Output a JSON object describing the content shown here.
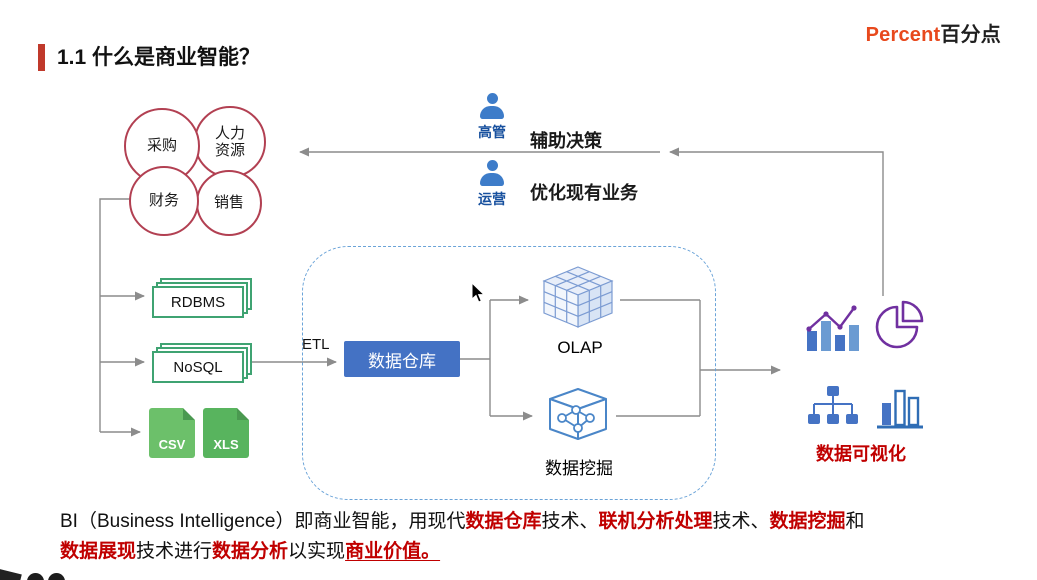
{
  "logo": {
    "brand_en": "Percent",
    "brand_zh": "百分点"
  },
  "header": {
    "title": "1.1 什么是商业智能？"
  },
  "diagram": {
    "business_units": [
      {
        "label": "采购"
      },
      {
        "label": "人力资源"
      },
      {
        "label": "财务"
      },
      {
        "label": "销售"
      }
    ],
    "roles": [
      {
        "name": "高管",
        "benefit": "辅助决策"
      },
      {
        "name": "运营",
        "benefit": "优化现有业务"
      }
    ],
    "sources": {
      "rdbms": "RDBMS",
      "nosql": "NoSQL",
      "csv": "CSV",
      "xls": "XLS"
    },
    "etl": "ETL",
    "warehouse": "数据仓库",
    "olap": "OLAP",
    "mining": "数据挖掘",
    "visualization": "数据可视化"
  },
  "description": {
    "line1": [
      {
        "text": "BI（Business Intelligence）即商业智能，用现代",
        "emphasis": false
      },
      {
        "text": "数据仓库",
        "emphasis": true
      },
      {
        "text": "技术、",
        "emphasis": false
      },
      {
        "text": "联机分析处理",
        "emphasis": true
      },
      {
        "text": "技术、",
        "emphasis": false
      },
      {
        "text": "数据挖掘",
        "emphasis": true
      },
      {
        "text": "和",
        "emphasis": false
      }
    ],
    "line2": [
      {
        "text": "数据展现",
        "emphasis": true
      },
      {
        "text": "技术进行",
        "emphasis": false
      },
      {
        "text": "数据分析",
        "emphasis": true
      },
      {
        "text": "以实现",
        "emphasis": false
      },
      {
        "text": "商业价值。",
        "emphasis": true,
        "underline": true
      }
    ]
  },
  "colors": {
    "accent_red": "#c00000",
    "brand_orange": "#e8491d",
    "circle_red": "#b24052",
    "warehouse_blue": "#4472c4",
    "source_green": "#3fa372",
    "icon_blue": "#3d7cc9",
    "icon_purple": "#7030a0",
    "line_gray": "#8c8c8c"
  }
}
